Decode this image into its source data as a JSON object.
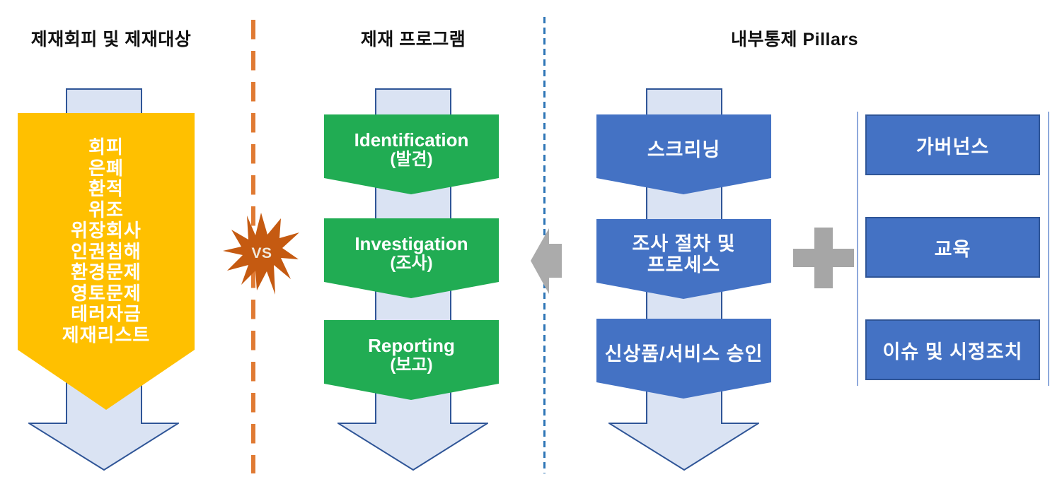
{
  "colors": {
    "yellow_banner": "#FFC000",
    "green_chevron": "#21AC53",
    "blue_chevron": "#4472C4",
    "bg_arrow_fill": "#DAE3F3",
    "bg_arrow_border": "#2F5597",
    "gray_shapes": "#A6A6A6",
    "starburst": "#C55A11",
    "orange_divider": "#E07A33",
    "blue_divider": "#2E75B6"
  },
  "left_column": {
    "title": "제재회피 및 제재대상",
    "items": [
      "회피",
      "은폐",
      "환적",
      "위조",
      "위장회사",
      "인권침해",
      "환경문제",
      "영토문제",
      "테러자금",
      "제재리스트"
    ]
  },
  "vs_badge": {
    "label": "VS"
  },
  "middle_column": {
    "title": "제재 프로그램",
    "steps": [
      {
        "en": "Identification",
        "ko": "(발견)"
      },
      {
        "en": "Investigation",
        "ko": "(조사)"
      },
      {
        "en": "Reporting",
        "ko": "(보고)"
      }
    ]
  },
  "right_column": {
    "title": "내부통제 Pillars",
    "chevrons": [
      {
        "line1": "스크리닝",
        "line2": ""
      },
      {
        "line1": "조사 절차 및",
        "line2": "프로세스"
      },
      {
        "line1": "신상품/서비스 승인",
        "line2": ""
      }
    ],
    "pillars": [
      "가버넌스",
      "교육",
      "이슈 및 시정조치"
    ]
  }
}
